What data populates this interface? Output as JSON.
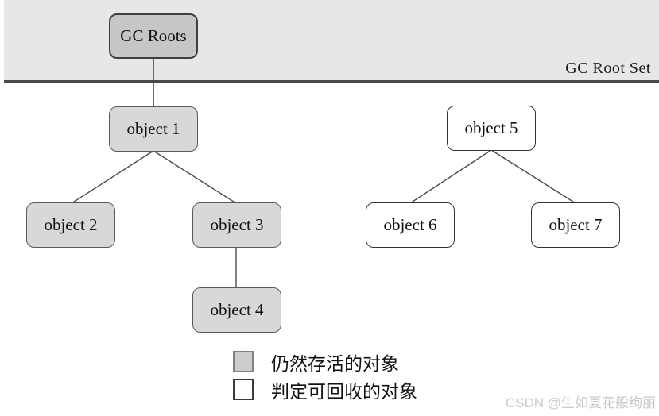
{
  "band": {
    "label": "GC Root Set"
  },
  "nodes": {
    "gc_roots": {
      "label": "GC Roots",
      "state": "root"
    },
    "object1": {
      "label": "object 1",
      "state": "alive"
    },
    "object2": {
      "label": "object 2",
      "state": "alive"
    },
    "object3": {
      "label": "object 3",
      "state": "alive"
    },
    "object4": {
      "label": "object 4",
      "state": "alive"
    },
    "object5": {
      "label": "object 5",
      "state": "reclaimable"
    },
    "object6": {
      "label": "object 6",
      "state": "reclaimable"
    },
    "object7": {
      "label": "object 7",
      "state": "reclaimable"
    }
  },
  "edges": [
    {
      "from": "gc_roots",
      "to": "object1"
    },
    {
      "from": "object1",
      "to": "object2"
    },
    {
      "from": "object1",
      "to": "object3"
    },
    {
      "from": "object3",
      "to": "object4"
    },
    {
      "from": "object5",
      "to": "object6"
    },
    {
      "from": "object5",
      "to": "object7"
    }
  ],
  "legend": {
    "items": [
      {
        "swatch": "alive-gray",
        "label": "仍然存活的对象"
      },
      {
        "swatch": "reclaimable-white",
        "label": "判定可回收的对象"
      }
    ]
  },
  "watermark": "CSDN @生如夏花般绚丽",
  "colors": {
    "band_background": "#e7e7e7",
    "band_divider": "#4a4a4a",
    "root_fill": "#c6c6c6",
    "alive_fill": "#d8d8d8",
    "reclaimable_fill": "#ffffff",
    "edge_line": "#4a4a4a"
  }
}
